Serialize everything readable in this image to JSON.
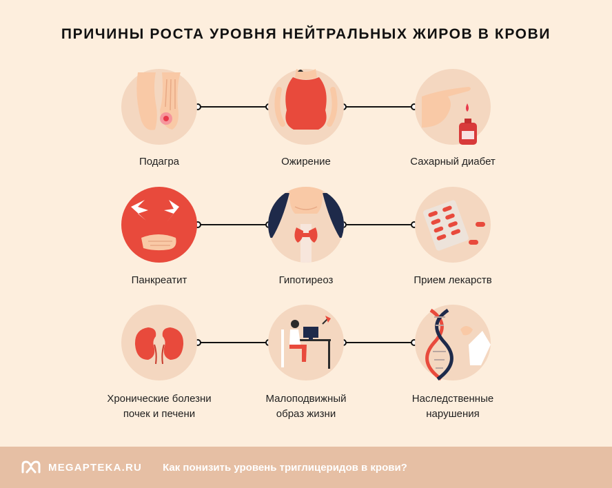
{
  "title": "ПРИЧИНЫ РОСТА УРОВНЯ НЕЙТРАЛЬНЫХ ЖИРОВ В КРОВИ",
  "causes": [
    {
      "label": "Подагра",
      "icon": "gout-foot-icon"
    },
    {
      "label": "Ожирение",
      "icon": "obesity-body-icon"
    },
    {
      "label": "Сахарный диабет",
      "icon": "diabetes-finger-blood-icon"
    },
    {
      "label": "Панкреатит",
      "icon": "pancreatitis-pain-icon"
    },
    {
      "label": "Гипотиреоз",
      "icon": "thyroid-icon"
    },
    {
      "label": "Прием лекарств",
      "icon": "pills-icon"
    },
    {
      "label": "Хронические болезни почек и печени",
      "line1": "Хронические болезни",
      "line2": "почек и печени",
      "icon": "kidneys-icon"
    },
    {
      "label": "Малоподвижный образ жизни",
      "line1": "Малоподвижный",
      "line2": "образ жизни",
      "icon": "sedentary-desk-icon"
    },
    {
      "label": "Наследственные нарушения",
      "line1": "Наследственные",
      "line2": "нарушения",
      "icon": "dna-icon"
    }
  ],
  "footer": {
    "logo_text": "MEGAPTEKA.RU",
    "link_text": "Как понизить уровень триглицеридов в крови?"
  },
  "colors": {
    "background": "#fdeedd",
    "circle": "#f4d7c0",
    "accent_red": "#e84a3c",
    "footer": "#e6bfa4"
  }
}
